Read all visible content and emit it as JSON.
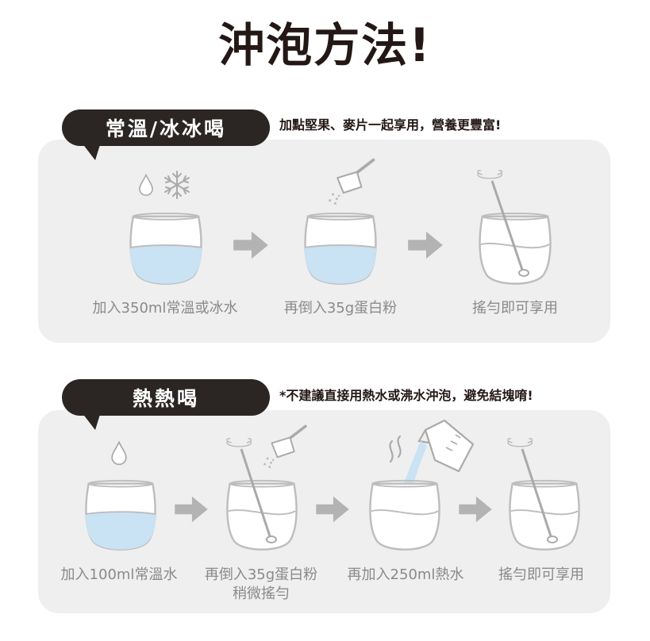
{
  "title": "沖泡方法!",
  "colors": {
    "badge": "#2b2523",
    "panel": "#efefef",
    "water": "#c9e2f4",
    "arrow": "#b3b3b3",
    "caption": "#8a8a8a",
    "outline": "#bdbdbd"
  },
  "sections": [
    {
      "badge": "常溫/冰冰喝",
      "note": "加點堅果、麥片一起享用，營養更豐富!",
      "steps": [
        {
          "caption": "加入350ml常溫或冰水",
          "icons": [
            "water-drop-icon",
            "snowflake-icon",
            "glass-water-icon"
          ]
        },
        {
          "caption": "再倒入35g蛋白粉",
          "icons": [
            "powder-scoop-icon",
            "glass-water-icon"
          ]
        },
        {
          "caption": "搖勻即可享用",
          "icons": [
            "stir-spoon-icon",
            "glass-milk-icon"
          ]
        }
      ]
    },
    {
      "badge": "熱熱喝",
      "note": "*不建議直接用熱水或沸水沖泡，避免結塊唷!",
      "steps": [
        {
          "caption": "加入100ml常溫水",
          "icons": [
            "water-drop-icon",
            "glass-water-icon"
          ]
        },
        {
          "caption": "再倒入35g蛋白粉",
          "caption2": "稍微搖勻",
          "icons": [
            "powder-scoop-icon",
            "stir-spoon-icon",
            "glass-milk-icon"
          ]
        },
        {
          "caption": "再加入250ml熱水",
          "icons": [
            "steam-icon",
            "kettle-icon",
            "glass-milk-icon"
          ]
        },
        {
          "caption": "搖勻即可享用",
          "icons": [
            "stir-spoon-icon",
            "glass-milk-icon"
          ]
        }
      ]
    }
  ]
}
